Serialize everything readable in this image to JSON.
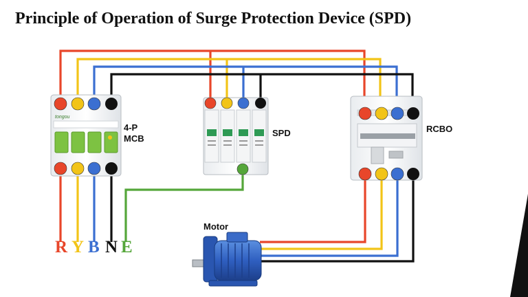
{
  "title": "Principle of Operation of Surge Protection Device (SPD)",
  "labels": {
    "mcb_line1": "4-P",
    "mcb_line2": "MCB",
    "spd": "SPD",
    "rcbo": "RCBO",
    "motor": "Motor",
    "mcb_brand": "tongou"
  },
  "phases": [
    {
      "letter": "R",
      "color": "#e8462a"
    },
    {
      "letter": "Y",
      "color": "#f2c418"
    },
    {
      "letter": "B",
      "color": "#3b6fd1"
    },
    {
      "letter": "N",
      "color": "#111111"
    },
    {
      "letter": "E",
      "color": "#55a63a"
    }
  ],
  "colors": {
    "red": "#e8462a",
    "yellow": "#f2c418",
    "blue": "#3b6fd1",
    "black": "#111111",
    "green": "#55a63a"
  }
}
